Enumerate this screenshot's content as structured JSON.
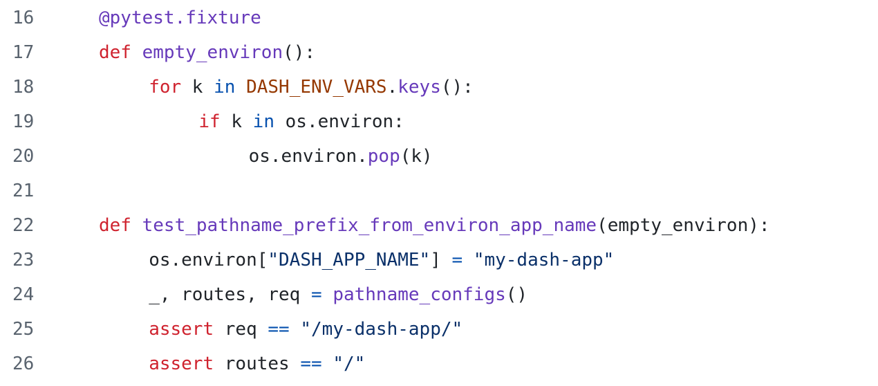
{
  "colors": {
    "keyword": "#cf222e",
    "function": "#6639ba",
    "constant": "#953800",
    "builtin": "#0550ae",
    "string": "#0a3069",
    "plain": "#1f2328",
    "line_number": "#59636e"
  },
  "lines": [
    {
      "number": "16",
      "indent": 0,
      "tokens": [
        {
          "text": "@pytest.fixture",
          "kind": "function"
        }
      ]
    },
    {
      "number": "17",
      "indent": 0,
      "tokens": [
        {
          "text": "def",
          "kind": "keyword"
        },
        {
          "text": " ",
          "kind": "plain"
        },
        {
          "text": "empty_environ",
          "kind": "function"
        },
        {
          "text": "():",
          "kind": "plain"
        }
      ]
    },
    {
      "number": "18",
      "indent": 4,
      "tokens": [
        {
          "text": "for",
          "kind": "keyword"
        },
        {
          "text": " k ",
          "kind": "plain"
        },
        {
          "text": "in",
          "kind": "builtin"
        },
        {
          "text": " ",
          "kind": "plain"
        },
        {
          "text": "DASH_ENV_VARS",
          "kind": "constant"
        },
        {
          "text": ".",
          "kind": "plain"
        },
        {
          "text": "keys",
          "kind": "function"
        },
        {
          "text": "():",
          "kind": "plain"
        }
      ]
    },
    {
      "number": "19",
      "indent": 8,
      "tokens": [
        {
          "text": "if",
          "kind": "keyword"
        },
        {
          "text": " k ",
          "kind": "plain"
        },
        {
          "text": "in",
          "kind": "builtin"
        },
        {
          "text": " os.environ:",
          "kind": "plain"
        }
      ]
    },
    {
      "number": "20",
      "indent": 12,
      "tokens": [
        {
          "text": "os.environ.",
          "kind": "plain"
        },
        {
          "text": "pop",
          "kind": "function"
        },
        {
          "text": "(k)",
          "kind": "plain"
        }
      ]
    },
    {
      "number": "21",
      "indent": 0,
      "tokens": []
    },
    {
      "number": "22",
      "indent": 0,
      "tokens": [
        {
          "text": "def",
          "kind": "keyword"
        },
        {
          "text": " ",
          "kind": "plain"
        },
        {
          "text": "test_pathname_prefix_from_environ_app_name",
          "kind": "function"
        },
        {
          "text": "(empty_environ):",
          "kind": "plain"
        }
      ]
    },
    {
      "number": "23",
      "indent": 4,
      "tokens": [
        {
          "text": "os.environ[",
          "kind": "plain"
        },
        {
          "text": "\"DASH_APP_NAME\"",
          "kind": "string"
        },
        {
          "text": "] ",
          "kind": "plain"
        },
        {
          "text": "=",
          "kind": "builtin"
        },
        {
          "text": " ",
          "kind": "plain"
        },
        {
          "text": "\"my-dash-app\"",
          "kind": "string"
        }
      ]
    },
    {
      "number": "24",
      "indent": 4,
      "tokens": [
        {
          "text": "_, routes, req ",
          "kind": "plain"
        },
        {
          "text": "=",
          "kind": "builtin"
        },
        {
          "text": " ",
          "kind": "plain"
        },
        {
          "text": "pathname_configs",
          "kind": "function"
        },
        {
          "text": "()",
          "kind": "plain"
        }
      ]
    },
    {
      "number": "25",
      "indent": 4,
      "tokens": [
        {
          "text": "assert",
          "kind": "keyword"
        },
        {
          "text": " req ",
          "kind": "plain"
        },
        {
          "text": "==",
          "kind": "builtin"
        },
        {
          "text": " ",
          "kind": "plain"
        },
        {
          "text": "\"/my-dash-app/\"",
          "kind": "string"
        }
      ]
    },
    {
      "number": "26",
      "indent": 4,
      "tokens": [
        {
          "text": "assert",
          "kind": "keyword"
        },
        {
          "text": " routes ",
          "kind": "plain"
        },
        {
          "text": "==",
          "kind": "builtin"
        },
        {
          "text": " ",
          "kind": "plain"
        },
        {
          "text": "\"/\"",
          "kind": "string"
        }
      ]
    }
  ]
}
